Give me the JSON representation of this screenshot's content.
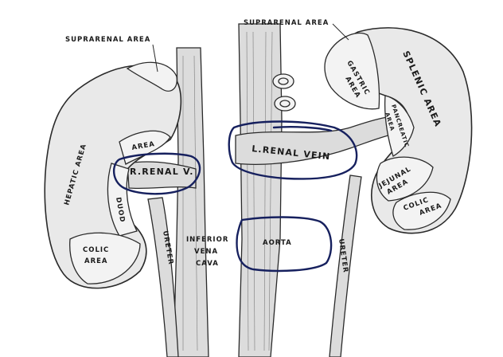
{
  "labels": {
    "suprarenal_left": "SUPRARENAL AREA",
    "suprarenal_right": "SUPRARENAL AREA",
    "hepatic": "HEPATIC AREA",
    "area_small": "AREA",
    "duodenal": "DUOD",
    "colic_left_1": "COLIC",
    "colic_left_2": "AREA",
    "r_renal_v": "R.RENAL V.",
    "inferior": "INFERIOR",
    "vena": "VENA",
    "cava": "CAVA",
    "ureter_left": "URETER",
    "l_renal_vein": "L.RENAL VEIN",
    "aorta": "AORTA",
    "ureter_right": "URETER",
    "gastric_1": "GASTRIC",
    "gastric_2": "AREA",
    "splenic": "SPLENIC AREA",
    "pancreatic_1": "PANCREATIC",
    "pancreatic_2": "AREA",
    "jejunal_1": "JEJUNAL",
    "jejunal_2": "AREA",
    "colic_right_1": "COLIC",
    "colic_right_2": "AREA"
  },
  "colors": {
    "annotation": "#16205e",
    "outline": "#2a2a2a"
  }
}
